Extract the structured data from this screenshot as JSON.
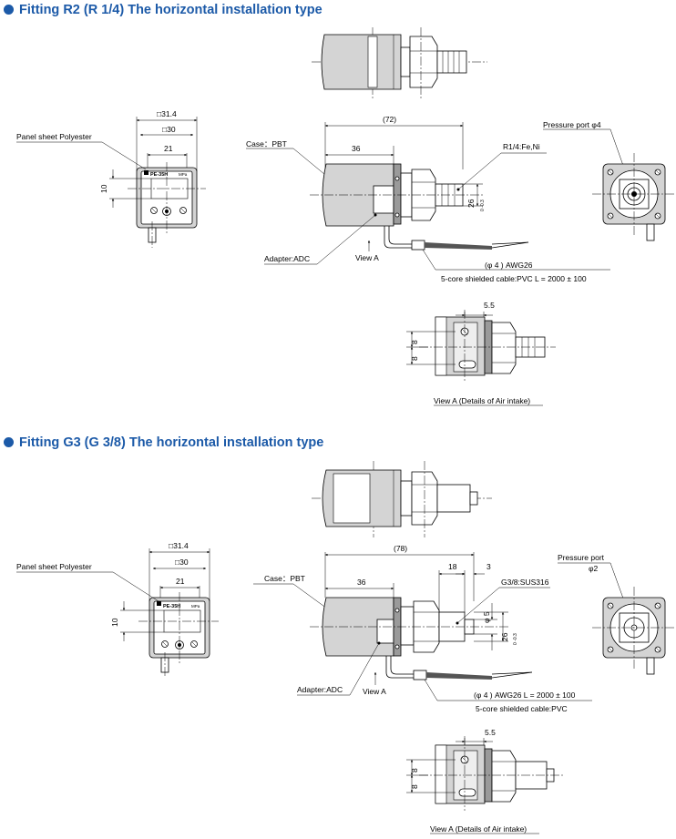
{
  "sections": [
    {
      "title": "Fitting R2 (R 1/4) The horizontal installation type",
      "labels": {
        "panel_sheet": "Panel sheet Polyester",
        "dim_31_4": "□31.4",
        "dim_30": "□30",
        "dim_21": "21",
        "dim_10": "10",
        "dim_72": "(72)",
        "dim_36": "36",
        "case": "Case：PBT",
        "thread": "R1/4:Fe,Ni",
        "dim_26": "26",
        "tol": "0 -0.3",
        "pressure_port": "Pressure port φ4",
        "adapter": "Adapter:ADC",
        "view_a": "View A",
        "awg": "(φ 4 ) AWG26",
        "cable": "5-core shielded cable:PVC  L = 2000 ± 100",
        "dim_5_5": "5.5",
        "dim_8a": "8",
        "dim_8b": "8",
        "view_a_caption": "View A (Details of Air intake)",
        "panel_brand": "PE-35H",
        "panel_unit": "MPa"
      }
    },
    {
      "title": "Fitting G3 (G 3/8) The horizontal installation type",
      "labels": {
        "panel_sheet": "Panel sheet Polyester",
        "dim_31_4": "□31.4",
        "dim_30": "□30",
        "dim_21": "21",
        "dim_10": "10",
        "dim_78": "(78)",
        "dim_36": "36",
        "dim_18": "18",
        "dim_3": "3",
        "case": "Case：PBT",
        "thread": "G3/8:SUS316",
        "dim_phi5": "φ 5",
        "dim_26": "26",
        "tol": "0 -0.3",
        "pressure_port": "Pressure port",
        "pressure_port_phi": "φ2",
        "adapter": "Adapter:ADC",
        "view_a": "View A",
        "awg": "(φ 4 ) AWG26    L = 2000 ± 100",
        "cable": "5-core shielded cable:PVC",
        "dim_5_5": "5.5",
        "dim_8a": "8",
        "dim_8b": "8",
        "view_a_caption": "View A (Details of Air intake)",
        "panel_brand": "PE-35H",
        "panel_unit": "MPa"
      }
    }
  ]
}
